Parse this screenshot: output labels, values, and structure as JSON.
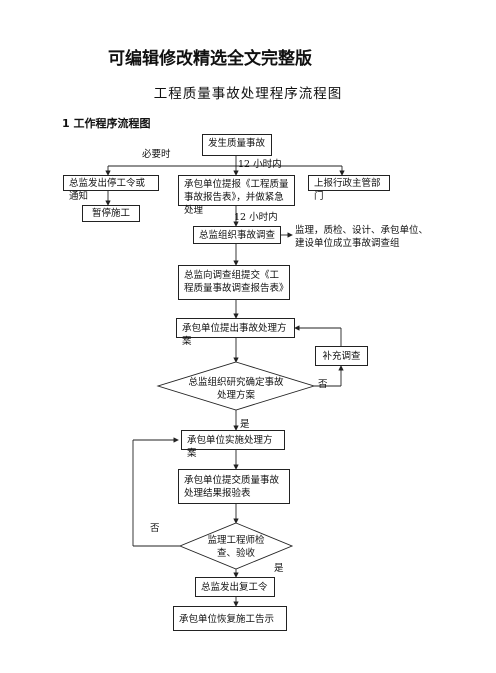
{
  "header": {
    "title": "可编辑修改精选全文完整版"
  },
  "document": {
    "title": "工程质量事故处理程序流程图",
    "section": "1  工作程序流程图"
  },
  "flowchart": {
    "start": "发生质量事故",
    "label_necessary": "必要时",
    "label_12h_a": "12 小时内",
    "label_12h_b": "12 小时内",
    "notify": "总监发出停工令或通知",
    "stop": "暂停施工",
    "contractor_report": "承包单位提报《工程质量事故报告表》，并做紧急处理",
    "report_gov": "上报行政主管部门",
    "investigate": "总监组织事故调查",
    "team": "监理，质检、设计、承包单位、建设单位成立事故调查组",
    "submit_report": "总监向调查组提交《工程质量事故调查报告表》",
    "propose_plan": "承包单位提出事故处理方案",
    "supplement": "补充调查",
    "decide": "总监组织研究确定事故处理方案",
    "no_1": "否",
    "yes_1": "是",
    "implement": "承包单位实施处理方案",
    "submit_result": "承包单位提交质量事故处理结果报验表",
    "no_2": "否",
    "inspect": "监理工程师检查、验收",
    "yes_2": "是",
    "resume_order": "总监发出复工令",
    "resume_notice": "承包单位恢复施工告示"
  }
}
